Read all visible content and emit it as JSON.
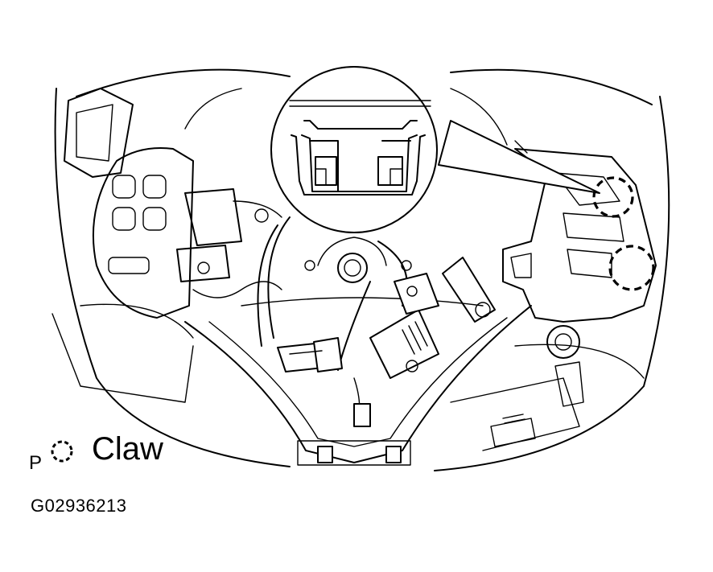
{
  "legend": {
    "prefix": "P",
    "symbol_icon": "dashed-circle-icon",
    "label": "Claw"
  },
  "figure_id": "G02936213",
  "colors": {
    "line": "#000000",
    "background": "#ffffff"
  }
}
